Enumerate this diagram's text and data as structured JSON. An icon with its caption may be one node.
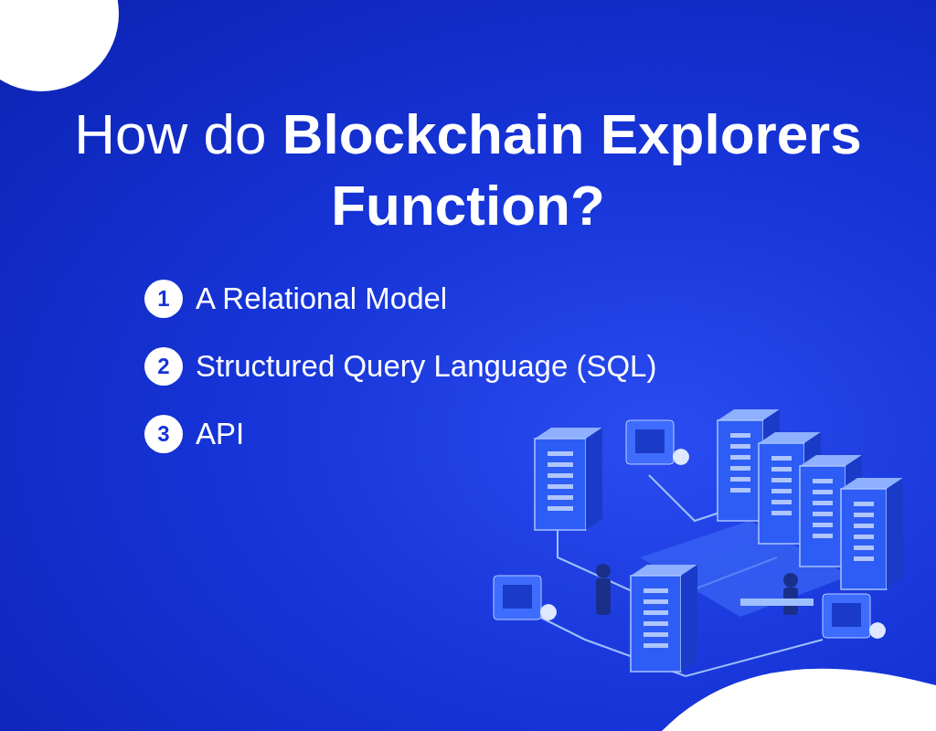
{
  "diagram": {
    "title": "How do **Blockchain Explorers Function?**",
    "labels": [
      "1",
      "A Relational Model",
      "2",
      "Structured Query Language (SQL)",
      "3",
      "API"
    ]
  }
}
